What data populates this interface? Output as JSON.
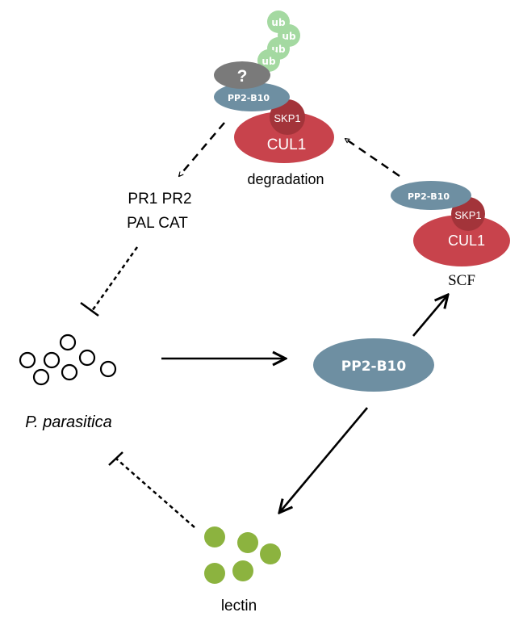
{
  "ubiquitin": {
    "tags": [
      "ub",
      "ub",
      "ub",
      "ub"
    ]
  },
  "top_complex": {
    "unknown_symbol": "?",
    "pp2b10": "PP2-B10",
    "skp1": "SKP1",
    "cul1": "CUL1",
    "caption": "degradation"
  },
  "scf_complex": {
    "pp2b10": "PP2-B10",
    "skp1": "SKP1",
    "cul1": "CUL1",
    "caption": "SCF"
  },
  "defense_genes": {
    "line1": "PR1 PR2",
    "line2": "PAL CAT"
  },
  "pathogen": {
    "label": "P. parasitica"
  },
  "center_protein": {
    "label": "PP2-B10"
  },
  "lectin": {
    "label": "lectin"
  },
  "colors": {
    "ub_green": "#a4d9a1",
    "pp2b10_blue": "#6e8fa2",
    "skp1_dark_red": "#a3343a",
    "cul1_red": "#c8434c",
    "unknown_gray": "#7a7a7a",
    "lectin_green": "#8cb33f"
  }
}
